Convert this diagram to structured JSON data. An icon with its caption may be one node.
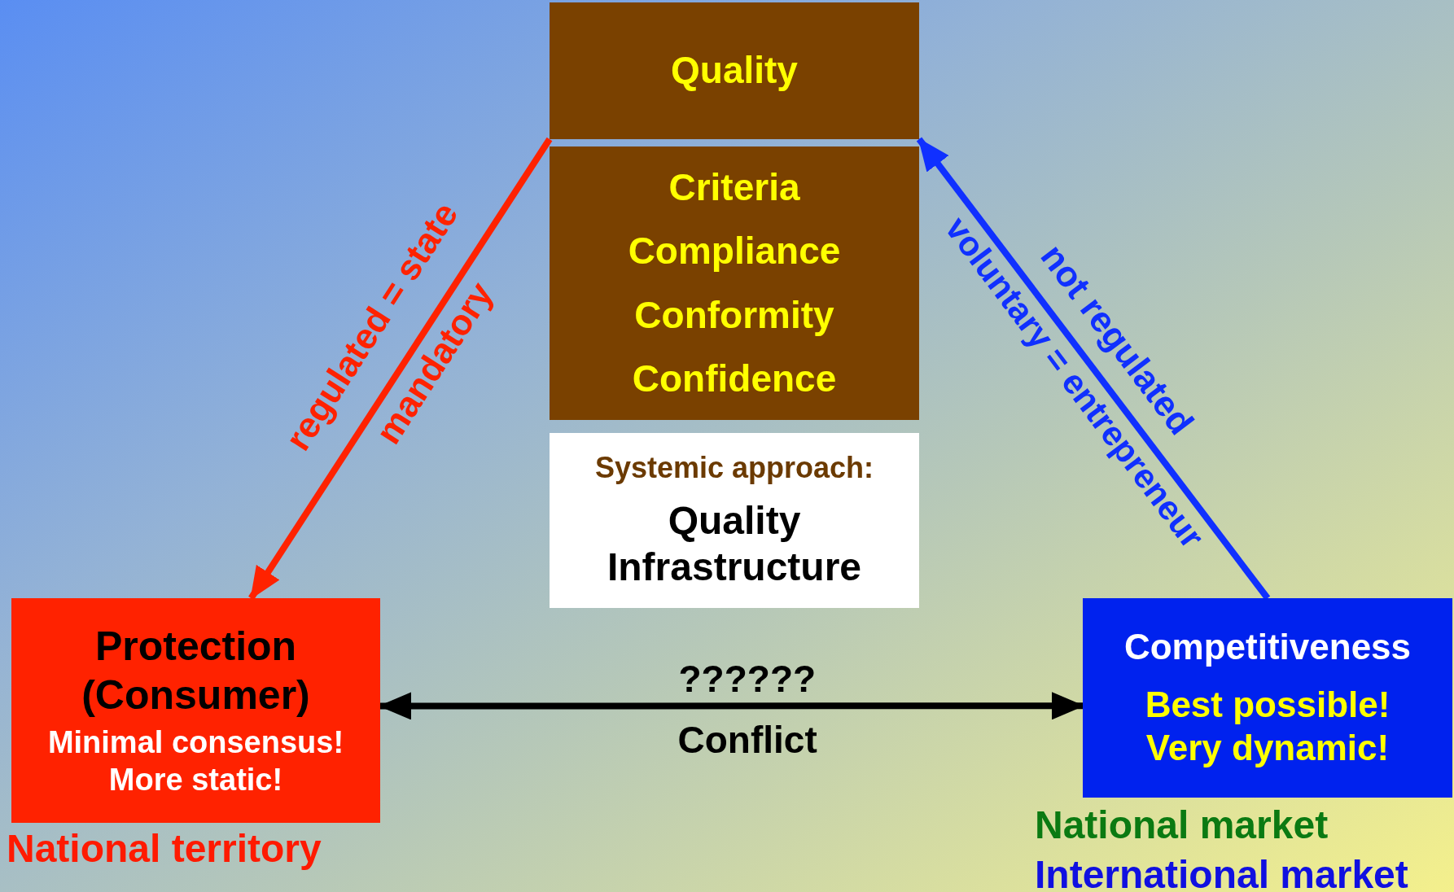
{
  "diagram": {
    "nodes": [
      {
        "text": [
          "Quality"
        ]
      },
      {
        "text": [
          "Criteria",
          "Compliance",
          "Conformity",
          "Confidence"
        ]
      },
      {
        "text": [
          "Systemic approach:",
          "Quality Infrastructure"
        ]
      },
      {
        "text": [
          "Protection (Consumer)",
          "Minimal consensus! More static!"
        ],
        "beside": [
          "National territory"
        ]
      },
      {
        "text": [
          "Competitiveness",
          "Best possible! Very dynamic!"
        ],
        "beside": [
          "National market",
          "International market"
        ]
      }
    ],
    "edges": [
      {
        "from": 0,
        "to": 3,
        "arrow": "to",
        "label": "regulated = state",
        "color": "#ff2200"
      },
      {
        "from": 4,
        "to": 0,
        "arrow": "to",
        "label": "not regulated",
        "color": "#1030ff"
      },
      {
        "from": 3,
        "to": 4,
        "arrow": "both",
        "label": "??????",
        "color": "#000000"
      }
    ],
    "labels": [
      "mandatory",
      "voluntary = entrepreneur",
      "Conflict"
    ]
  }
}
